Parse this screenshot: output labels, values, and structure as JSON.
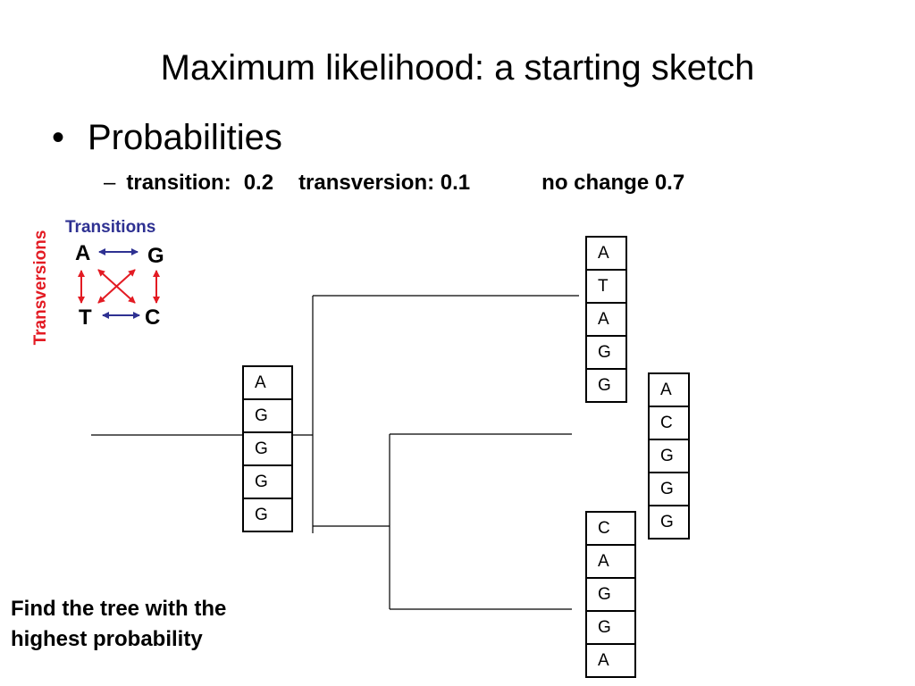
{
  "title": "Maximum likelihood: a starting sketch",
  "bullet": {
    "marker": "•",
    "text": "Probabilities"
  },
  "sub": {
    "dash": "–",
    "transition": "transition:",
    "transition_value": "0.2",
    "transversion": "transversion: 0.1",
    "no_change": "no change 0.7"
  },
  "legend": {
    "transitions_label": "Transitions",
    "transversions_label": "Transversions",
    "bases": {
      "a": "A",
      "g": "G",
      "t": "T",
      "c": "C"
    },
    "colors": {
      "transition": "#2e3192",
      "transversion": "#e31b23"
    }
  },
  "sequences": {
    "root": [
      "A",
      "G",
      "G",
      "G",
      "G"
    ],
    "leaf1": [
      "A",
      "T",
      "A",
      "G",
      "G"
    ],
    "leaf2": [
      "A",
      "C",
      "G",
      "G",
      "G"
    ],
    "leaf3": [
      "C",
      "A",
      "G",
      "G",
      "A"
    ]
  },
  "footer": {
    "line1": "Find the tree with the",
    "line2": "highest probability"
  }
}
